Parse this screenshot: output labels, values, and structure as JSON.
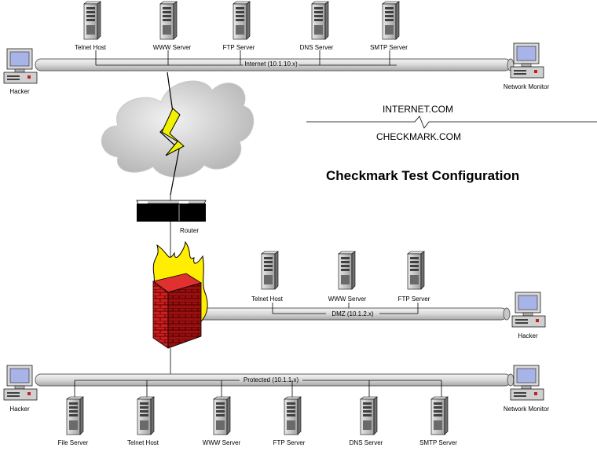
{
  "title": "Checkmark Test Configuration",
  "domains": {
    "upper": "INTERNET.COM",
    "lower": "CHECKMARK.COM"
  },
  "segments": {
    "internet": "Internet (10.1.10.x)",
    "dmz": "DMZ (10.1.2.x)",
    "protected": "Protected (10.1.1.x)"
  },
  "internet_servers": [
    "Telnet Host",
    "WWW Server",
    "FTP Server",
    "DNS Server",
    "SMTP Server"
  ],
  "internet_hacker": "Hacker",
  "internet_monitor": "Network Monitor",
  "router": "Router",
  "dmz_servers": [
    "Telnet Host",
    "WWW Server",
    "FTP Server"
  ],
  "dmz_hacker": "Hacker",
  "protected_servers": [
    "File Server",
    "Telnet Host",
    "WWW Server",
    "FTP Server",
    "DNS Server",
    "SMTP Server"
  ],
  "protected_hacker": "Hacker",
  "protected_monitor": "Network Monitor",
  "colors": {
    "bus": "#dcdcdc",
    "cloud": "#d0d0d0",
    "lightning": "#f2f200",
    "brick": "#cc2020",
    "flame": "#ffee00",
    "screen": "#a8b4e8"
  },
  "icons": {
    "server": "server-tower-icon",
    "workstation": "workstation-icon",
    "router": "router-icon",
    "firewall": "firewall-icon",
    "cloud": "cloud-icon",
    "lightning": "lightning-icon"
  }
}
